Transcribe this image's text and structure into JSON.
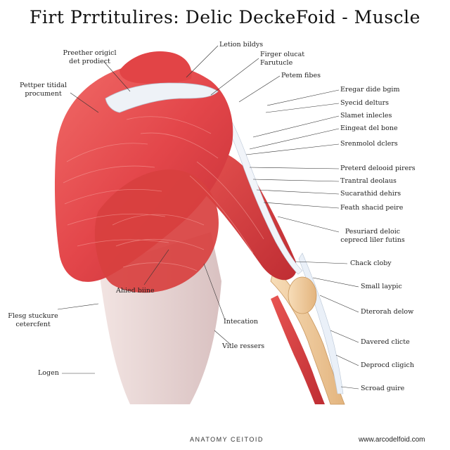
{
  "title": "Firt Prrtitulires: Delic DeckeFoid - Muscle",
  "labels": {
    "left": [
      {
        "id": "preether",
        "lines": [
          "Preether origicl",
          "det prodiect"
        ]
      },
      {
        "id": "pettper",
        "lines": [
          "Pettper titidal",
          "procument"
        ]
      },
      {
        "id": "flesg",
        "lines": [
          "Flesg stuckure",
          "cetercfent"
        ]
      },
      {
        "id": "logen",
        "lines": [
          "Logen"
        ]
      }
    ],
    "top": [
      {
        "id": "letion",
        "lines": [
          "Letion bildys"
        ]
      },
      {
        "id": "firger",
        "lines": [
          "Firger olucat",
          "Farutucle"
        ]
      },
      {
        "id": "petem",
        "lines": [
          "Petem fibes"
        ]
      }
    ],
    "center": [
      {
        "id": "ahied",
        "lines": [
          "Ahied biine"
        ]
      },
      {
        "id": "intecation",
        "lines": [
          "Intecation"
        ]
      },
      {
        "id": "vitle",
        "lines": [
          "Vitle ressers"
        ]
      }
    ],
    "right": [
      {
        "id": "eregar",
        "lines": [
          "Eregar dide bgim"
        ]
      },
      {
        "id": "syecid",
        "lines": [
          "Syecid delturs"
        ]
      },
      {
        "id": "slamet",
        "lines": [
          "Slamet inlecles"
        ]
      },
      {
        "id": "eingeat",
        "lines": [
          "Eingeat del bone"
        ]
      },
      {
        "id": "srenmolol",
        "lines": [
          "Srenmolol dclers"
        ]
      },
      {
        "id": "preterd",
        "lines": [
          "Preterd delooid pirers"
        ]
      },
      {
        "id": "trantral",
        "lines": [
          "Trantral deolaus"
        ]
      },
      {
        "id": "sucarathid",
        "lines": [
          "Sucarathid dehirs"
        ]
      },
      {
        "id": "feath",
        "lines": [
          "Feath shacid peire"
        ]
      },
      {
        "id": "pesuriard",
        "lines": [
          "Pesuriard deloic",
          "ceprecd liler futins"
        ]
      },
      {
        "id": "chack",
        "lines": [
          "Chack cloby"
        ]
      },
      {
        "id": "small",
        "lines": [
          "Small laypic"
        ]
      },
      {
        "id": "dterorah",
        "lines": [
          "Dterorah delow"
        ]
      },
      {
        "id": "davered",
        "lines": [
          "Davered clicte"
        ]
      },
      {
        "id": "deprocd",
        "lines": [
          "Deprocd cligich"
        ]
      },
      {
        "id": "scroad",
        "lines": [
          "Scroad guire"
        ]
      }
    ]
  },
  "footer": {
    "left": "ANATOMY CEITOID",
    "right": "www.arcodelfoid.com"
  },
  "colors": {
    "muscle": "#e4474a",
    "muscle_dark": "#c02e33",
    "muscle_light": "#f07a76",
    "tendon": "#eef2f7",
    "bone": "#f3d2a6",
    "leader": "#333333"
  }
}
